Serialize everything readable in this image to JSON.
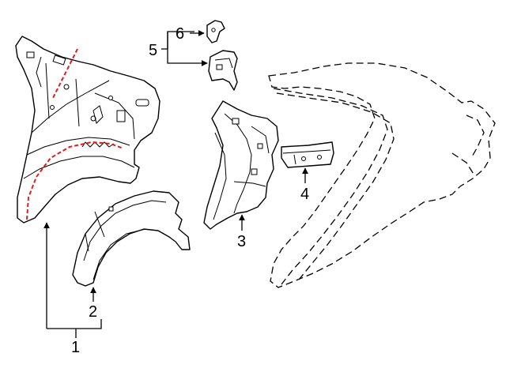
{
  "callouts": {
    "c1": "1",
    "c2": "2",
    "c3": "3",
    "c4": "4",
    "c5": "5",
    "c6": "6"
  },
  "colors": {
    "line": "#000000",
    "cut_line": "#e31b1b",
    "background": "#ffffff"
  }
}
